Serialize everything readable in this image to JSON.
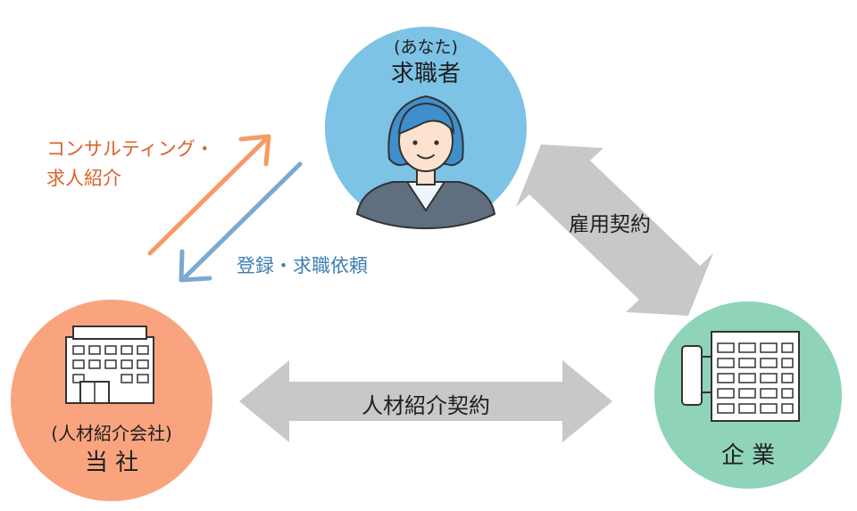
{
  "colors": {
    "seeker_circle": "#7cc3e6",
    "company_circle": "#8fd3b8",
    "agency_circle": "#f9a47f",
    "consult_arrow": "#f79a64",
    "consult_text": "#d9622b",
    "register_arrow": "#7aa9d2",
    "register_text": "#3d7fb3",
    "contract_arrow": "#c8c8c8",
    "text_dark": "#1f1f1f"
  },
  "seeker": {
    "sub_label": "(あなた)",
    "label": "求職者",
    "icon": "person-icon"
  },
  "agency": {
    "sub_label": "(人材紹介会社)",
    "label": "当 社",
    "icon": "building-icon"
  },
  "company": {
    "label": "企 業",
    "icon": "office-building-icon"
  },
  "arrows": {
    "consulting": {
      "line1": "コンサルティング・",
      "line2": "求人紹介"
    },
    "register": {
      "label": "登録・求職依頼"
    },
    "employment": {
      "label": "雇用契約"
    },
    "placement": {
      "label": "人材紹介契約"
    }
  }
}
